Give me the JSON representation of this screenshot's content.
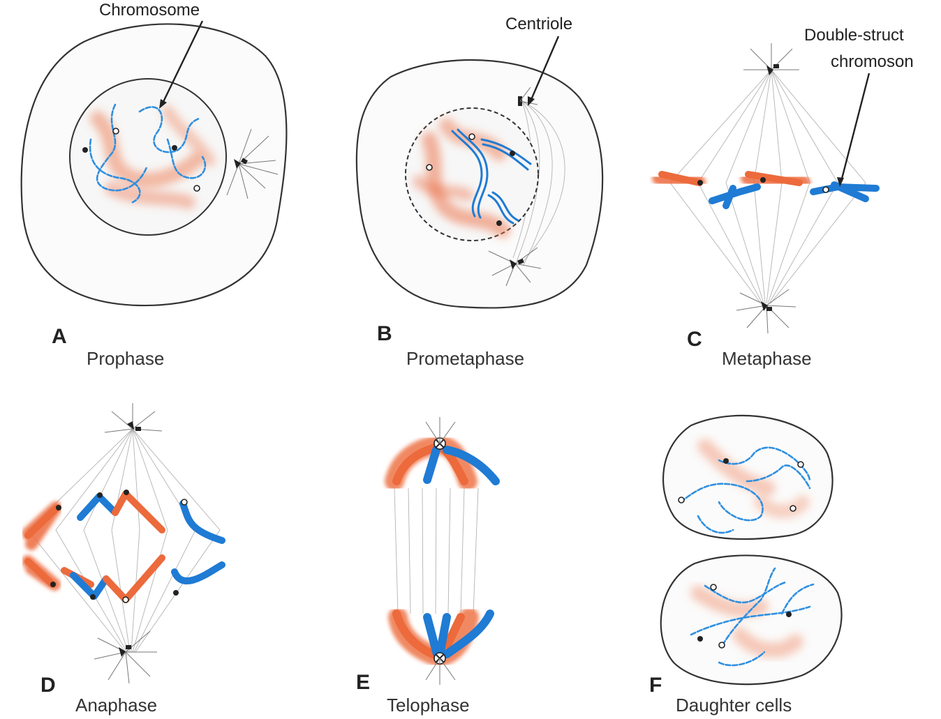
{
  "callouts": {
    "chromosome": "Chromosome",
    "centriole": "Centriole",
    "double_line1": "Double-struct",
    "double_line2": "chromoson"
  },
  "panels": [
    {
      "letter": "A",
      "label": "Prophase"
    },
    {
      "letter": "B",
      "label": "Prometaphase"
    },
    {
      "letter": "C",
      "label": "Metaphase"
    },
    {
      "letter": "D",
      "label": "Anaphase"
    },
    {
      "letter": "E",
      "label": "Telophase"
    },
    {
      "letter": "F",
      "label": "Daughter cells"
    }
  ],
  "colors": {
    "chromosome_red": "#ec6a3c",
    "chromosome_blue": "#1f7bd4",
    "outline": "#333333",
    "spindle": "#9a9a9a"
  }
}
